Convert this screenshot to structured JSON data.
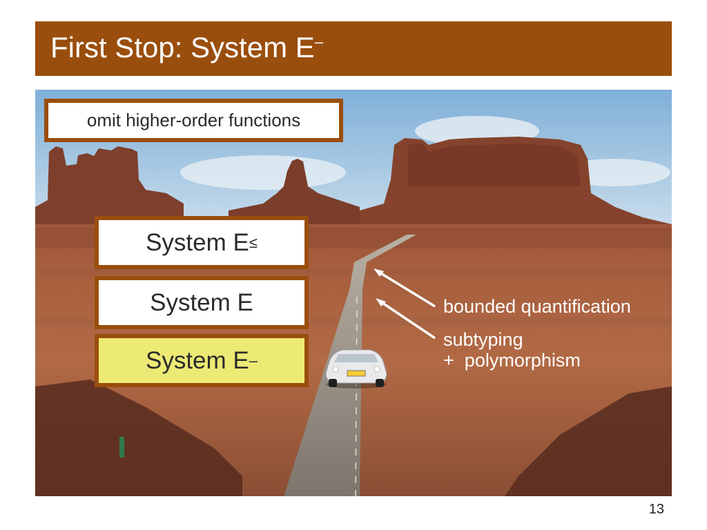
{
  "slide": {
    "title": "First Stop: System E",
    "title_superscript": "–",
    "page_number": "13"
  },
  "boxes": {
    "omit": "omit higher-order functions",
    "system_le": {
      "label": "System E",
      "subscript": "≤"
    },
    "system_e": {
      "label": "System E"
    },
    "system_em": {
      "label": "System E",
      "superscript": "–"
    }
  },
  "annotations": {
    "bounded": "bounded quantification",
    "subtyping": "subtyping",
    "plus": "+",
    "polymorphism": "polymorphism"
  },
  "colors": {
    "accent": "#9a4e0d",
    "highlight_box": "#ecea74"
  }
}
